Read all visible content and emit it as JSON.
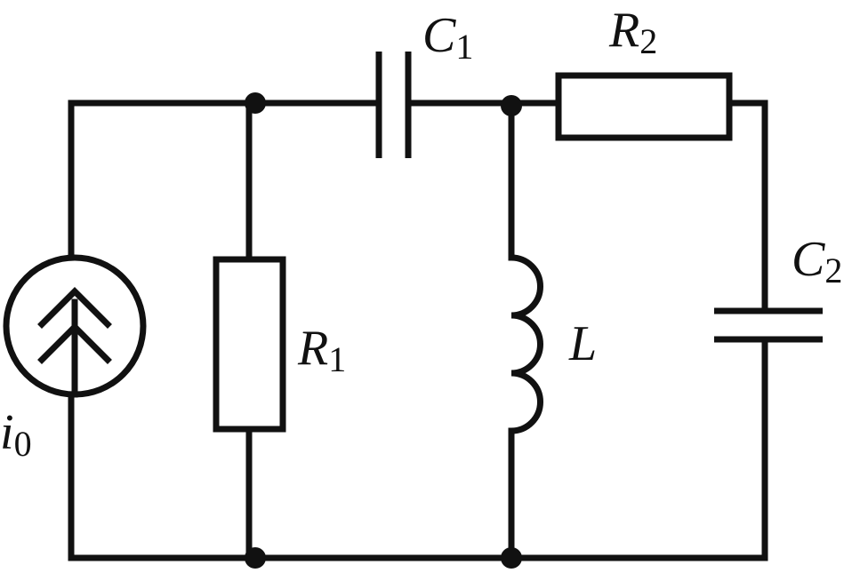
{
  "diagram": {
    "type": "circuit",
    "colors": {
      "line": "#111111",
      "background": "#ffffff"
    },
    "components": {
      "source": {
        "symbol": "i",
        "subscript": "0",
        "kind": "current-source"
      },
      "R1": {
        "symbol": "R",
        "subscript": "1",
        "kind": "resistor"
      },
      "C1": {
        "symbol": "C",
        "subscript": "1",
        "kind": "capacitor"
      },
      "R2": {
        "symbol": "R",
        "subscript": "2",
        "kind": "resistor"
      },
      "L": {
        "symbol": "L",
        "subscript": "",
        "kind": "inductor"
      },
      "C2": {
        "symbol": "C",
        "subscript": "2",
        "kind": "capacitor"
      }
    },
    "junctions": 4
  }
}
